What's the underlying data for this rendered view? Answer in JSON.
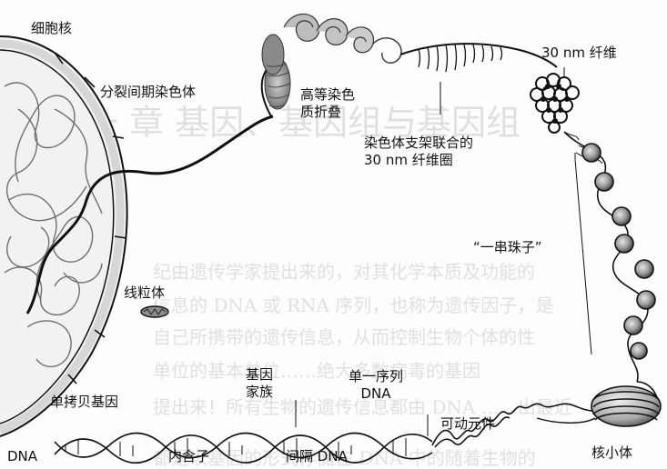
{
  "labels": {
    "nucleus": "细胞核",
    "interphase_chromosome": "分裂间期染色体",
    "higher_order_folding_1": "高等染色",
    "higher_order_folding_2": "质折叠",
    "fiber_30nm": "30 nm 纤维",
    "scaffold_loops_1": "染色体支架联合的",
    "scaffold_loops_2": "30 nm 纤维圈",
    "beads_on_string": "“一串珠子”",
    "mitochondrion": "线粒体",
    "gene_family_1": "基因",
    "gene_family_2": "家族",
    "unique_sequence_1": "单一序列",
    "unique_sequence_2": "DNA",
    "single_copy_gene": "单拷贝基因",
    "transposable_element": "可动元件",
    "dna": "DNA",
    "intron": "内含子",
    "spacer_dna": "间隔 DNA",
    "nucleosome": "核小体"
  },
  "background_bleedthrough": {
    "heading": "一 章  基因、基因组与基因组",
    "line1": "纪由遗传学家提出来的，对其化学本质及功能的",
    "line2": "信息的 DNA 或 RNA 序列，也称为遗传因子，是",
    "line3": "自己所携带的遗传信息，从而控制生物个体的性",
    "line4": "单位的基本单位……绝大多数病毒的基因",
    "line5": "提出来！所有生物的遗传信息都由 DNA ……出最近",
    "line6": "都是以基因的形式存储在 DNA 中的随着生物的"
  },
  "colors": {
    "ink": "#111111",
    "nucleus_fill": "#f3f3f3",
    "nucleus_rim": "#d8d8d8",
    "fold_grey": "#9a9a9a",
    "bead_grey": "#8c8c8c"
  }
}
